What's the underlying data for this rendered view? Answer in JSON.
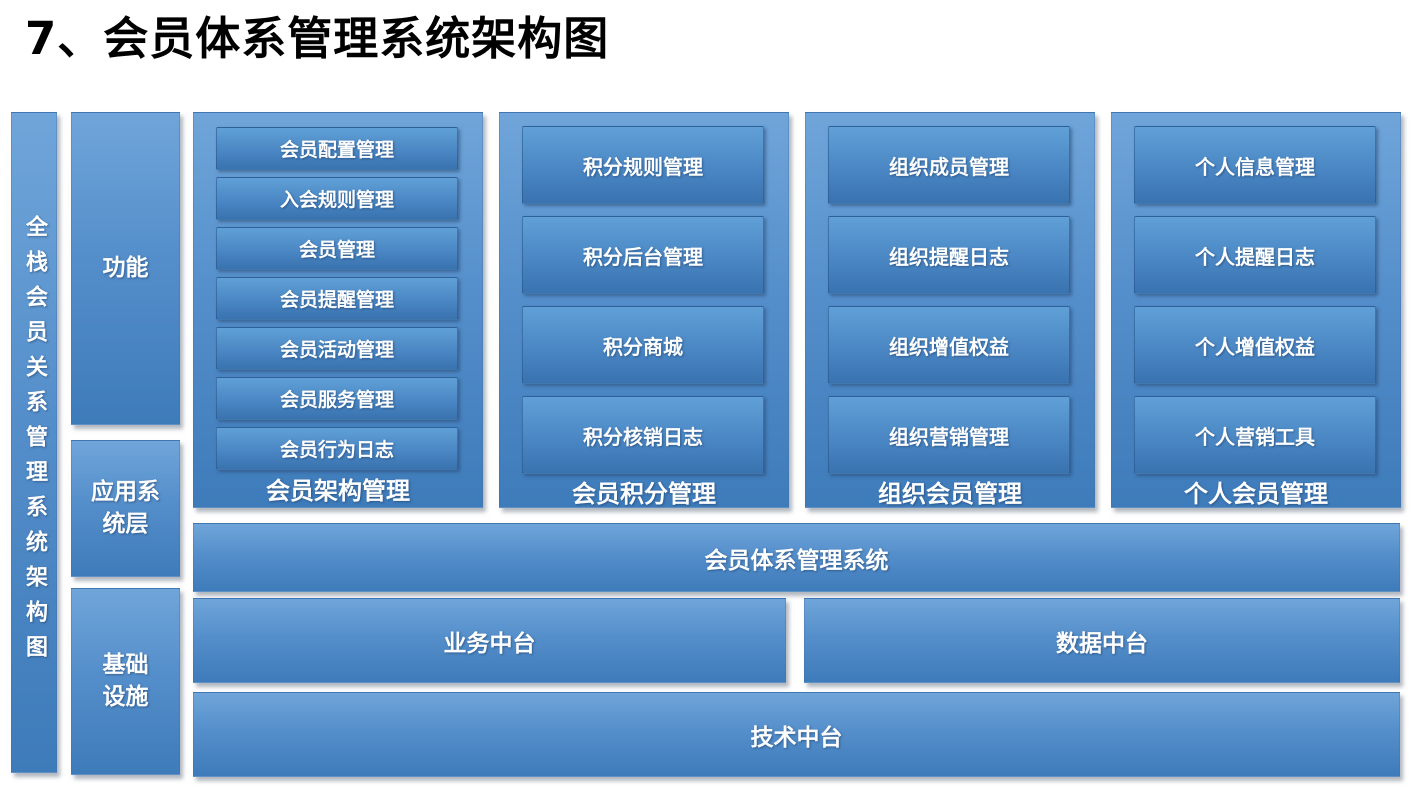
{
  "page_title": "7、会员体系管理系统架构图",
  "colors": {
    "panel_gradient_top": "#6FA5D9",
    "panel_gradient_bottom": "#3E7BBA",
    "inner_box_gradient_top": "#60A0D7",
    "inner_box_gradient_bottom": "#3973B0",
    "text": "#FFFFFF",
    "title_text": "#000000",
    "background": "#FFFFFF"
  },
  "side_rail": {
    "label": "全栈会员关系管理系统架构图"
  },
  "layers": [
    {
      "label": "功能"
    },
    {
      "label": "应用系\n统层"
    },
    {
      "label": "基础\n设施"
    }
  ],
  "groups": [
    {
      "label": "会员架构管理",
      "items": [
        "会员配置管理",
        "入会规则管理",
        "会员管理",
        "会员提醒管理",
        "会员活动管理",
        "会员服务管理",
        "会员行为日志"
      ]
    },
    {
      "label": "会员积分管理",
      "items": [
        "积分规则管理",
        "积分后台管理",
        "积分商城",
        "积分核销日志"
      ]
    },
    {
      "label": "组织会员管理",
      "items": [
        "组织成员管理",
        "组织提醒日志",
        "组织增值权益",
        "组织营销管理"
      ]
    },
    {
      "label": "个人会员管理",
      "items": [
        "个人信息管理",
        "个人提醒日志",
        "个人增值权益",
        "个人营销工具"
      ]
    }
  ],
  "platforms": {
    "system": "会员体系管理系统",
    "business": "业务中台",
    "data": "数据中台",
    "technology": "技术中台"
  }
}
